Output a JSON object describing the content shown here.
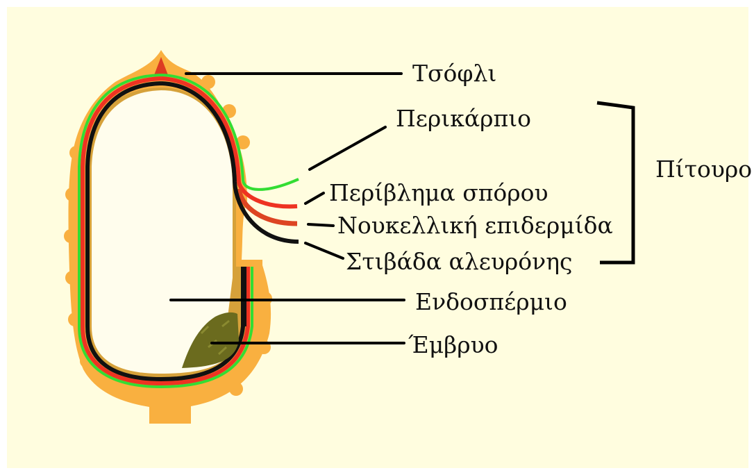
{
  "diagram": {
    "labels": {
      "husk": "Τσόφλι",
      "pericarp": "Περικάρπιο",
      "seed_coat": "Περίβλημα σπόρου",
      "nucellar_epidermis": "Νουκελλική επιδερμίδα",
      "aleurone_layer": "Στιβάδα αλευρόνης",
      "endosperm": "Ενδοσπέρμιο",
      "embryo": "Έμβρυο",
      "bran": "Πίτουρο"
    },
    "colors": {
      "background": "#fffddf",
      "husk_fill": "#f9b040",
      "pericarp": "#33dd33",
      "seed_coat": "#ee3322",
      "nucellar_epidermis": "#dd4422",
      "aleurone": "#111111",
      "endosperm": "#fffded",
      "embryo": "#6b6b1e",
      "inner_tan": "#d6a13a"
    }
  }
}
